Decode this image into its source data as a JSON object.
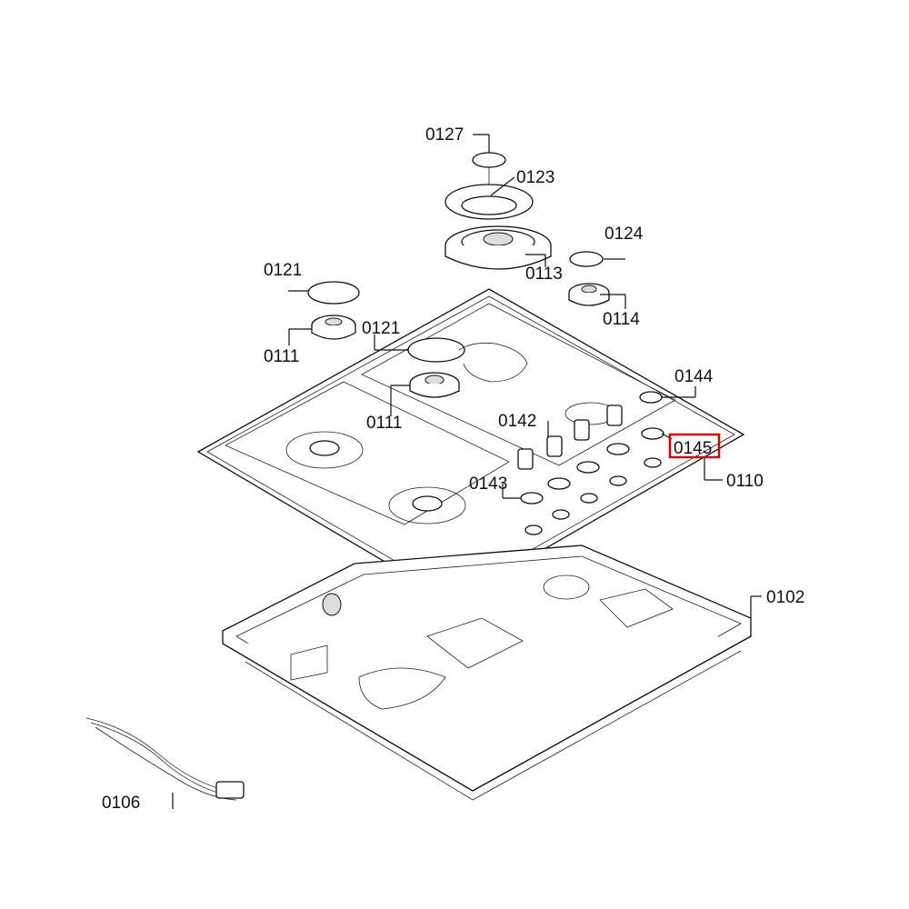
{
  "labels": {
    "p0127": "0127",
    "p0123": "0123",
    "p0124": "0124",
    "p0113": "0113",
    "p0114": "0114",
    "p0121a": "0121",
    "p0121b": "0121",
    "p0111a": "0111",
    "p0111b": "0111",
    "p0144": "0144",
    "p0142": "0142",
    "p0145": "0145",
    "p0110": "0110",
    "p0143": "0143",
    "p0102": "0102",
    "p0106": "0106"
  },
  "highlight": {
    "part": "0145",
    "color": "#d40000"
  }
}
